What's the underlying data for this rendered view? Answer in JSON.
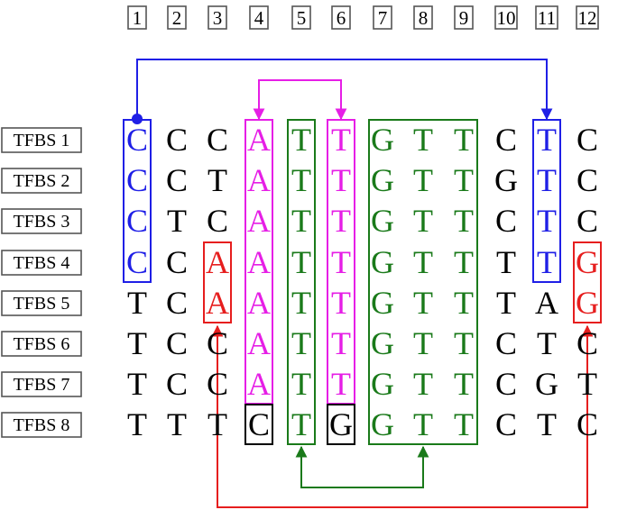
{
  "positions": [
    "1",
    "2",
    "3",
    "4",
    "5",
    "6",
    "7",
    "8",
    "9",
    "10",
    "11",
    "12"
  ],
  "rows": [
    {
      "label": "TFBS 1",
      "bases": [
        "C",
        "C",
        "C",
        "A",
        "T",
        "T",
        "G",
        "T",
        "T",
        "C",
        "T",
        "C"
      ]
    },
    {
      "label": "TFBS 2",
      "bases": [
        "C",
        "C",
        "T",
        "A",
        "T",
        "T",
        "G",
        "T",
        "T",
        "G",
        "T",
        "C"
      ]
    },
    {
      "label": "TFBS 3",
      "bases": [
        "C",
        "T",
        "C",
        "A",
        "T",
        "T",
        "G",
        "T",
        "T",
        "C",
        "T",
        "C"
      ]
    },
    {
      "label": "TFBS 4",
      "bases": [
        "C",
        "C",
        "A",
        "A",
        "T",
        "T",
        "G",
        "T",
        "T",
        "T",
        "T",
        "G"
      ]
    },
    {
      "label": "TFBS 5",
      "bases": [
        "T",
        "C",
        "A",
        "A",
        "T",
        "T",
        "G",
        "T",
        "T",
        "T",
        "A",
        "G"
      ]
    },
    {
      "label": "TFBS 6",
      "bases": [
        "T",
        "C",
        "C",
        "A",
        "T",
        "T",
        "G",
        "T",
        "T",
        "C",
        "T",
        "C"
      ]
    },
    {
      "label": "TFBS 7",
      "bases": [
        "T",
        "C",
        "C",
        "A",
        "T",
        "T",
        "G",
        "T",
        "T",
        "C",
        "G",
        "T"
      ]
    },
    {
      "label": "TFBS 8",
      "bases": [
        "T",
        "T",
        "T",
        "C",
        "T",
        "G",
        "G",
        "T",
        "T",
        "C",
        "T",
        "C"
      ]
    }
  ],
  "colors": {
    "black": "#000000",
    "blue": "#1f1fe6",
    "magenta": "#e61ee6",
    "green": "#1a7a1a",
    "red": "#e61e1e",
    "box_gray": "#555555"
  },
  "base_colors": {
    "blue": [
      [
        0,
        0
      ],
      [
        1,
        0
      ],
      [
        2,
        0
      ],
      [
        3,
        0
      ],
      [
        0,
        10
      ],
      [
        1,
        10
      ],
      [
        2,
        10
      ],
      [
        3,
        10
      ]
    ],
    "magenta": [
      [
        0,
        3
      ],
      [
        1,
        3
      ],
      [
        2,
        3
      ],
      [
        3,
        3
      ],
      [
        4,
        3
      ],
      [
        5,
        3
      ],
      [
        6,
        3
      ],
      [
        0,
        5
      ],
      [
        1,
        5
      ],
      [
        2,
        5
      ],
      [
        3,
        5
      ],
      [
        4,
        5
      ],
      [
        5,
        5
      ],
      [
        6,
        5
      ]
    ],
    "green": [
      [
        0,
        4
      ],
      [
        1,
        4
      ],
      [
        2,
        4
      ],
      [
        3,
        4
      ],
      [
        4,
        4
      ],
      [
        5,
        4
      ],
      [
        6,
        4
      ],
      [
        7,
        4
      ],
      [
        0,
        6
      ],
      [
        1,
        6
      ],
      [
        2,
        6
      ],
      [
        3,
        6
      ],
      [
        4,
        6
      ],
      [
        5,
        6
      ],
      [
        6,
        6
      ],
      [
        7,
        6
      ],
      [
        0,
        7
      ],
      [
        1,
        7
      ],
      [
        2,
        7
      ],
      [
        3,
        7
      ],
      [
        4,
        7
      ],
      [
        5,
        7
      ],
      [
        6,
        7
      ],
      [
        7,
        7
      ],
      [
        0,
        8
      ],
      [
        1,
        8
      ],
      [
        2,
        8
      ],
      [
        3,
        8
      ],
      [
        4,
        8
      ],
      [
        5,
        8
      ],
      [
        6,
        8
      ],
      [
        7,
        8
      ]
    ],
    "red": [
      [
        3,
        2
      ],
      [
        4,
        2
      ],
      [
        3,
        11
      ],
      [
        4,
        11
      ]
    ]
  },
  "highlight_boxes": [
    {
      "color": "blue",
      "col_start": 0,
      "col_end": 0,
      "row_start": 0,
      "row_end": 3
    },
    {
      "color": "blue",
      "col_start": 10,
      "col_end": 10,
      "row_start": 0,
      "row_end": 3
    },
    {
      "color": "magenta",
      "col_start": 3,
      "col_end": 3,
      "row_start": 0,
      "row_end": 6
    },
    {
      "color": "magenta",
      "col_start": 5,
      "col_end": 5,
      "row_start": 0,
      "row_end": 6
    },
    {
      "color": "green",
      "col_start": 4,
      "col_end": 4,
      "row_start": 0,
      "row_end": 7
    },
    {
      "color": "green",
      "col_start": 6,
      "col_end": 8,
      "row_start": 0,
      "row_end": 7
    },
    {
      "color": "red",
      "col_start": 2,
      "col_end": 2,
      "row_start": 3,
      "row_end": 4
    },
    {
      "color": "red",
      "col_start": 11,
      "col_end": 11,
      "row_start": 3,
      "row_end": 4
    },
    {
      "color": "black",
      "col_start": 3,
      "col_end": 3,
      "row_start": 7,
      "row_end": 7
    },
    {
      "color": "black",
      "col_start": 5,
      "col_end": 5,
      "row_start": 7,
      "row_end": 7
    }
  ],
  "links": [
    {
      "color": "blue",
      "from_col": 0,
      "to_col": 10,
      "side": "top",
      "start": "dot",
      "end": "arrow"
    },
    {
      "color": "magenta",
      "from_col": 3,
      "to_col": 5,
      "side": "top",
      "start": "arrow",
      "end": "arrow"
    },
    {
      "color": "green",
      "from_col": 4,
      "to_col": 7,
      "side": "bottom",
      "start": "arrow",
      "end": "arrow"
    },
    {
      "color": "red",
      "from_col": 2,
      "to_col": 11,
      "side": "bottom",
      "start": "arrow",
      "end": "arrow"
    }
  ]
}
